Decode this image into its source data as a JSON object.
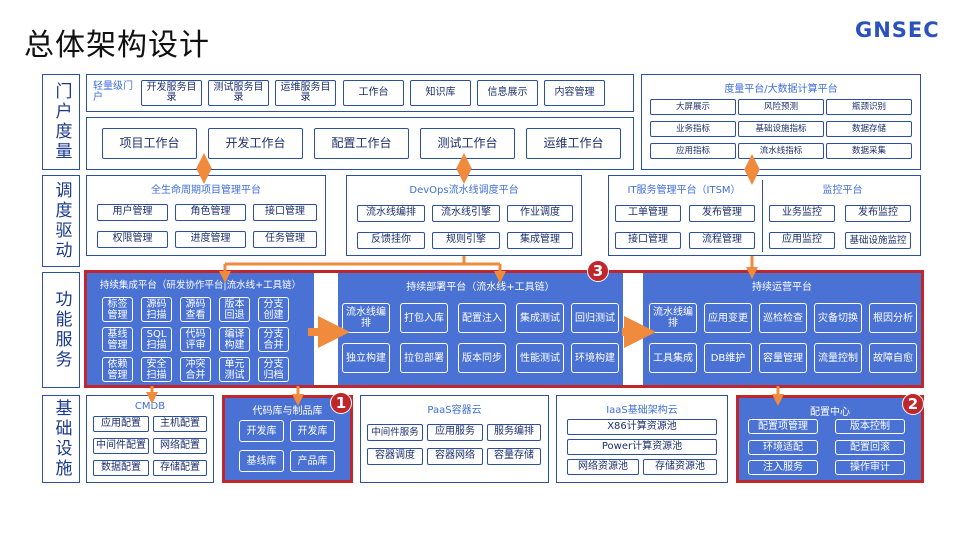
{
  "title": "总体架构设计",
  "logo": "GNSEC",
  "rows": [
    "门户度量",
    "调度驱动",
    "功能服务",
    "基础设施"
  ],
  "portal": {
    "light_label": "轻量级门户",
    "light_items": [
      "开发服务目录",
      "测试服务目录",
      "运维服务目录",
      "工作台",
      "知识库",
      "信息展示",
      "内容管理"
    ],
    "workbenches": [
      "项目工作台",
      "开发工作台",
      "配置工作台",
      "测试工作台",
      "运维工作台"
    ],
    "metrics_title": "度量平台/大数据计算平台",
    "metrics_items": [
      "大屏展示",
      "风险预测",
      "瓶颈识别",
      "业务指标",
      "基础设施指标",
      "数据存储",
      "应用指标",
      "流水线指标",
      "数据采集"
    ]
  },
  "scheduling": {
    "pm_title": "全生命周期项目管理平台",
    "pm_items": [
      "用户管理",
      "角色管理",
      "接口管理",
      "权限管理",
      "进度管理",
      "任务管理"
    ],
    "devops_title": "DevOps流水线调度平台",
    "devops_items": [
      "流水线编排",
      "流水线引擎",
      "作业调度",
      "反馈挂你",
      "规则引擎",
      "集成管理"
    ],
    "itsm_title": "IT服务管理平台（ITSM）",
    "itsm_items": [
      "工单管理",
      "发布管理",
      "接口管理",
      "流程管理"
    ],
    "monitor_title": "监控平台",
    "monitor_items": [
      "业务监控",
      "发布监控",
      "应用监控",
      "基础设施监控"
    ]
  },
  "functions": {
    "ci_title": "持续集成平台（研发协作平台|流水线+工具链）",
    "ci_items": [
      "标签管理",
      "源码扫描",
      "源码查看",
      "版本回退",
      "分支创建",
      "基线管理",
      "SQL扫描",
      "代码评审",
      "编译构建",
      "分支合并",
      "依赖管理",
      "安全扫描",
      "冲突合并",
      "单元测试",
      "分支归档"
    ],
    "cd_title": "持续部署平台（流水线+工具链）",
    "cd_items": [
      "流水线编排",
      "打包入库",
      "配置注入",
      "集成测试",
      "回归测试",
      "独立构建",
      "拉包部署",
      "版本同步",
      "性能测试",
      "环境构建"
    ],
    "ops_title": "持续运营平台",
    "ops_items": [
      "流水线编排",
      "应用变更",
      "巡检检查",
      "灾备切换",
      "根因分析",
      "工具集成",
      "DB维护",
      "容量管理",
      "流量控制",
      "故障自愈"
    ]
  },
  "infra": {
    "cmdb_title": "CMDB",
    "cmdb_items": [
      "应用配置",
      "主机配置",
      "中间件配置",
      "网络配置",
      "数据配置",
      "存储配置"
    ],
    "repo_title": "代码库与制品库",
    "repo_items": [
      "开发库",
      "开发库",
      "基线库",
      "产品库"
    ],
    "paas_title": "PaaS容器云",
    "paas_items": [
      "中间件服务",
      "应用服务",
      "服务编排",
      "容器调度",
      "容器网络",
      "容量存储"
    ],
    "iaas_title": "IaaS基础架构云",
    "iaas_items": [
      "X86计算资源池",
      "Power计算资源池",
      "网络资源池",
      "存储资源池"
    ],
    "config_title": "配置中心",
    "config_items": [
      "配置项管理",
      "版本控制",
      "环境适配",
      "配置回滚",
      "注入服务",
      "操作审计"
    ]
  },
  "badges": [
    "1",
    "2",
    "3"
  ],
  "colors": {
    "border": "#2d4fa0",
    "accent_blue": "#4a72d4",
    "red": "#c0272d",
    "arrow": "#f08a3c"
  }
}
